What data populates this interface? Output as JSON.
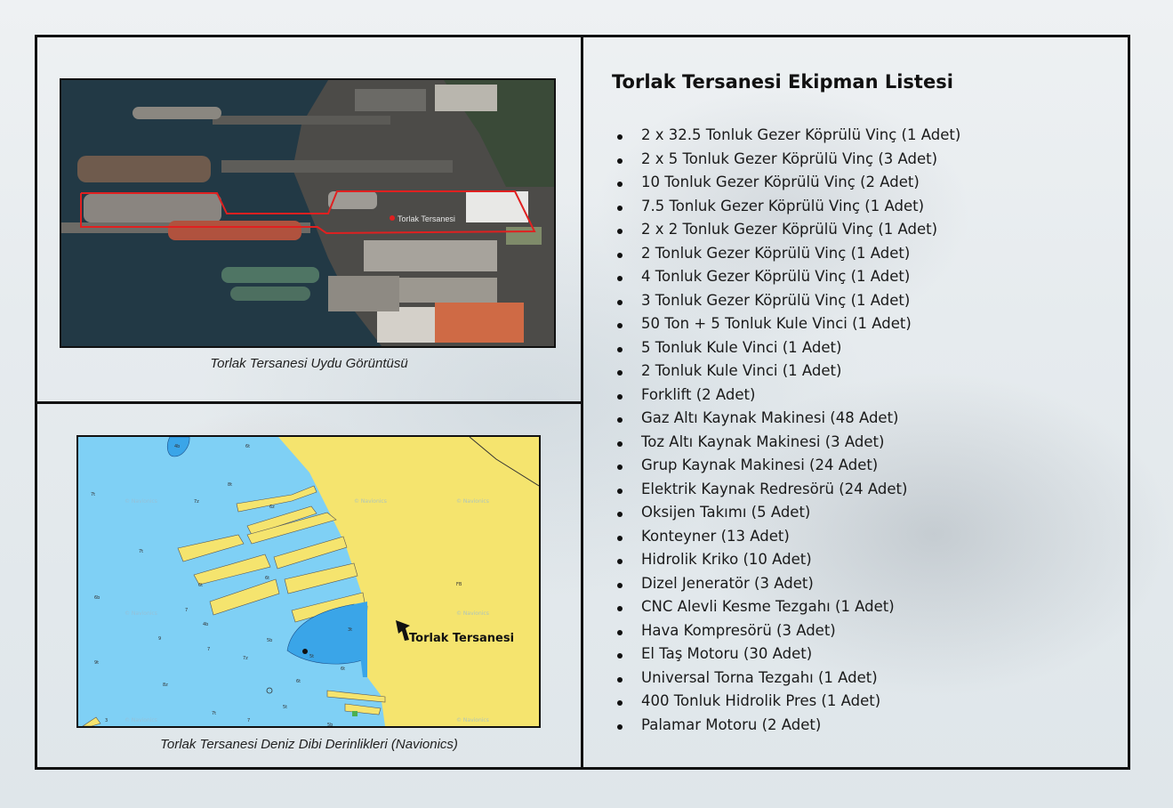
{
  "satellite": {
    "caption": "Torlak Tersanesi Uydu Görüntüsü",
    "marker_label": "Torlak Tersanesi",
    "outline_color": "#e02020"
  },
  "chart_map": {
    "caption": "Torlak Tersanesi Deniz Dibi Derinlikleri (Navionics)",
    "marker_label": "Torlak Tersanesi",
    "watermark": "© Navionics",
    "water_color": "#7fd0f5",
    "land_color": "#f5e46e",
    "depth_labels": [
      "4b",
      "6t",
      "7t",
      "7z",
      "8t",
      "6z",
      "7t",
      "6t",
      "6t",
      "6b",
      "7",
      "9",
      "7",
      "7z",
      "5b",
      "9t",
      "8z",
      "4b",
      "7t",
      "7",
      "5t",
      "6t",
      "5t",
      "6t",
      "5b",
      "3",
      "3t",
      "FB"
    ]
  },
  "equipment": {
    "title": "Torlak Tersanesi Ekipman Listesi",
    "items": [
      "2 x 32.5 Tonluk Gezer Köprülü Vinç (1 Adet)",
      "2 x 5 Tonluk Gezer Köprülü Vinç (3 Adet)",
      "10 Tonluk Gezer Köprülü Vinç (2 Adet)",
      "7.5 Tonluk Gezer Köprülü Vinç (1 Adet)",
      "2 x 2 Tonluk Gezer Köprülü Vinç (1 Adet)",
      "2 Tonluk Gezer Köprülü Vinç (1 Adet)",
      "4 Tonluk Gezer Köprülü Vinç (1 Adet)",
      "3 Tonluk Gezer Köprülü Vinç (1 Adet)",
      "50 Ton + 5 Tonluk Kule Vinci (1 Adet)",
      "5 Tonluk Kule Vinci (1 Adet)",
      "2 Tonluk Kule Vinci (1 Adet)",
      "Forklift (2 Adet)",
      "Gaz Altı Kaynak Makinesi (48 Adet)",
      "Toz Altı Kaynak Makinesi (3 Adet)",
      "Grup Kaynak Makinesi (24 Adet)",
      "Elektrik Kaynak Redresörü (24 Adet)",
      "Oksijen Takımı (5 Adet)",
      "Konteyner (13 Adet)",
      "Hidrolik Kriko (10 Adet)",
      "Dizel Jeneratör (3 Adet)",
      "CNC Alevli Kesme Tezgahı (1 Adet)",
      "Hava Kompresörü (3 Adet)",
      "El Taş Motoru (30 Adet)",
      "Universal Torna Tezgahı (1 Adet)",
      "400 Tonluk Hidrolik Pres (1 Adet)",
      "Palamar Motoru (2 Adet)"
    ]
  }
}
